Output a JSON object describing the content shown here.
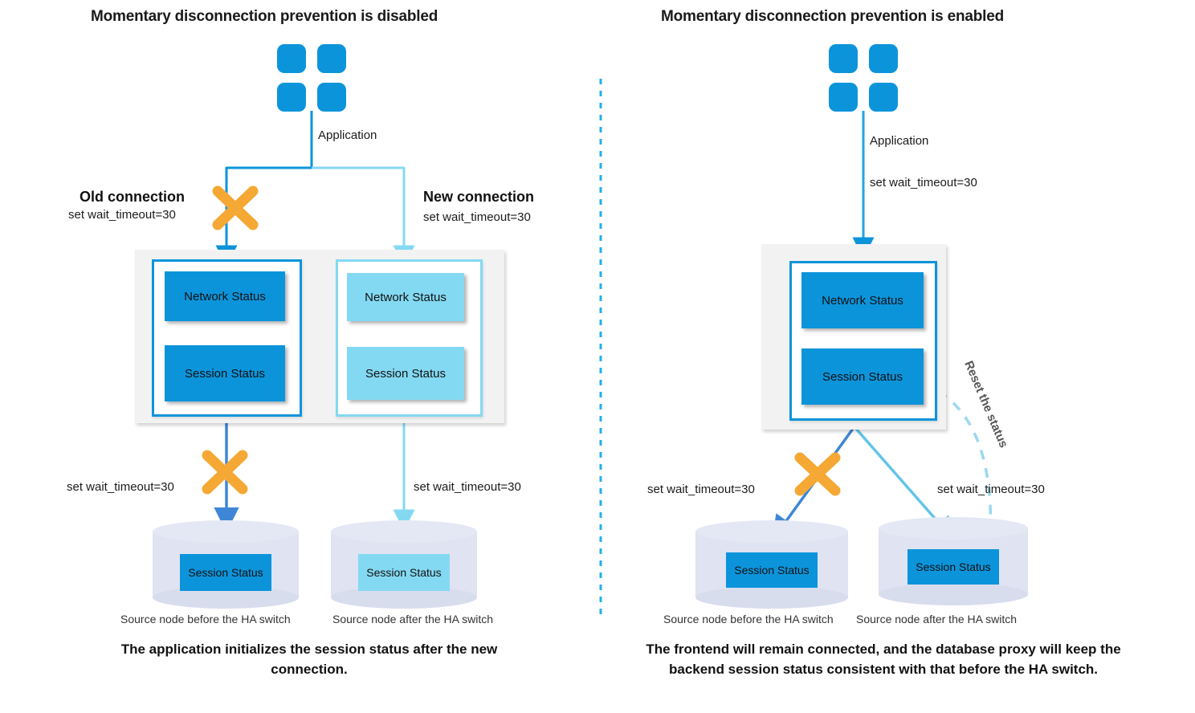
{
  "diagram": {
    "type": "comparison-flow",
    "panels": [
      {
        "id": "disabled",
        "title": "Momentary disconnection prevention is disabled",
        "app_label": "Application",
        "connections": [
          {
            "name": "Old connection",
            "setting": "set wait_timeout=30",
            "broken": true
          },
          {
            "name": "New connection",
            "setting": "set wait_timeout=30",
            "broken": false
          }
        ],
        "nodes": [
          {
            "id": "old-node",
            "tone": "dark",
            "chips": [
              "Network Status",
              "Session Status"
            ]
          },
          {
            "id": "new-node",
            "tone": "light",
            "chips": [
              "Network Status",
              "Session Status"
            ]
          }
        ],
        "db_labels": {
          "left": "set wait_timeout=30",
          "right": "set wait_timeout=30"
        },
        "databases": [
          {
            "chip": "Session Status",
            "tone": "dark",
            "caption": "Source node before the HA switch"
          },
          {
            "chip": "Session Status",
            "tone": "light",
            "caption": "Source node after the HA switch"
          }
        ],
        "summary": "The application initializes the session status after the new connection."
      },
      {
        "id": "enabled",
        "title": "Momentary disconnection prevention is enabled",
        "app_label": "Application",
        "app_setting": "set wait_timeout=30",
        "nodes": [
          {
            "id": "proxy-node",
            "tone": "dark",
            "chips": [
              "Network Status",
              "Session Status"
            ]
          }
        ],
        "reset_label": "Reset the status",
        "db_labels": {
          "left": "set wait_timeout=30",
          "right": "set wait_timeout=30"
        },
        "databases": [
          {
            "chip": "Session Status",
            "tone": "dark",
            "caption": "Source node before the HA switch"
          },
          {
            "chip": "Session Status",
            "tone": "dark",
            "caption": "Source node after the HA switch"
          }
        ],
        "summary": "The frontend will remain connected, and the database proxy will keep the backend session status consistent with that before the HA switch."
      }
    ],
    "colors": {
      "primary_blue": "#0c94db",
      "light_blue": "#84d9f2",
      "arrow_blue": "#3f86d6",
      "orange_x": "#f5a834",
      "grey_panel": "#f2f2f2",
      "cylinder": "#dfe3f2"
    }
  }
}
